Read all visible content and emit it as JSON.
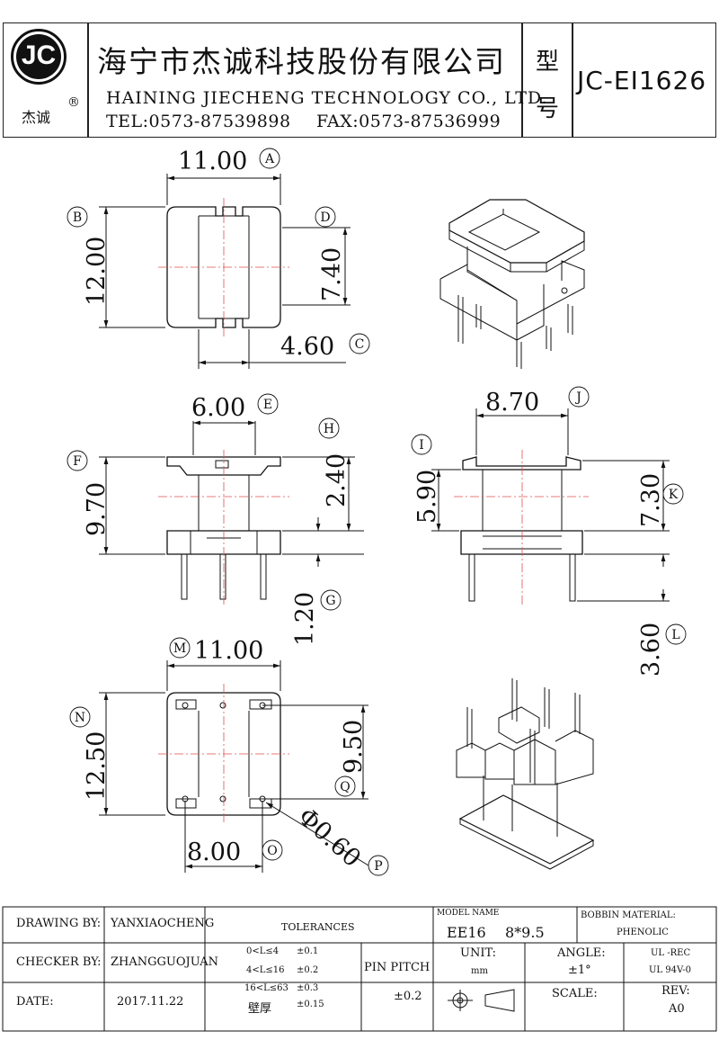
{
  "header": {
    "logo_text": "JC",
    "logo_subtitle": "杰诚",
    "registered_mark": "®",
    "company_cn": "海宁市杰诚科技股份有限公司",
    "company_en": "HAINING JIECHENG TECHNOLOGY CO., LTD.",
    "tel": "TEL:0573-87539898",
    "fax": "FAX:0573-87536999",
    "model_label_1": "型",
    "model_label_2": "号",
    "model_code": "JC-EI1626"
  },
  "dimensions": {
    "A": {
      "value": "11.00",
      "letter": "A"
    },
    "B": {
      "value": "12.00",
      "letter": "B"
    },
    "C": {
      "value": "4.60",
      "letter": "C"
    },
    "D": {
      "value": "7.40",
      "letter": "D"
    },
    "E": {
      "value": "6.00",
      "letter": "E"
    },
    "F": {
      "value": "9.70",
      "letter": "F"
    },
    "G": {
      "value": "1.20",
      "letter": "G"
    },
    "H": {
      "value": "2.40",
      "letter": "H"
    },
    "I": {
      "value": "5.90",
      "letter": "I"
    },
    "J": {
      "value": "8.70",
      "letter": "J"
    },
    "K": {
      "value": "7.30",
      "letter": "K"
    },
    "L": {
      "value": "3.60",
      "letter": "L"
    },
    "M": {
      "value": "11.00",
      "letter": "M"
    },
    "N": {
      "value": "12.50",
      "letter": "N"
    },
    "O": {
      "value": "8.00",
      "letter": "O"
    },
    "P": {
      "value": "Φ0.60",
      "letter": "P"
    },
    "Q": {
      "value": "9.50",
      "letter": "Q"
    }
  },
  "title_block": {
    "drawing_by_label": "DRAWING  BY:",
    "drawing_by": "YANXIAOCHENG",
    "checker_by_label": "CHECKER  BY:",
    "checker_by": "ZHANGGUOJUAN",
    "date_label": "DATE:",
    "date": "2017.11.22",
    "tolerances_label": "TOLERANCES",
    "tol_rows": [
      {
        "range": "0<L≤4",
        "tol": "±0.1"
      },
      {
        "range": "4<L≤16",
        "tol": "±0.2"
      },
      {
        "range": "16<L≤63",
        "tol": "±0.3"
      },
      {
        "range": "壁厚",
        "tol": "±0.15"
      }
    ],
    "pin_pitch_label": "PIN PITCH",
    "pin_pitch": "±0.2",
    "model_name_label": "MODEL NAME",
    "model_name": "EE16",
    "model_size": "8*9.5",
    "bobbin_material_label": "BOBBIN MATERIAL:",
    "bobbin_material": "PHENOLIC",
    "unit_label": "UNIT:",
    "unit": "mm",
    "angle_label": "ANGLE:",
    "angle": "±1°",
    "ul_rec": "UL -REC",
    "ul_rating": "UL  94V-0",
    "scale_label": "SCALE:",
    "rev_label": "REV:",
    "rev": "A0"
  }
}
